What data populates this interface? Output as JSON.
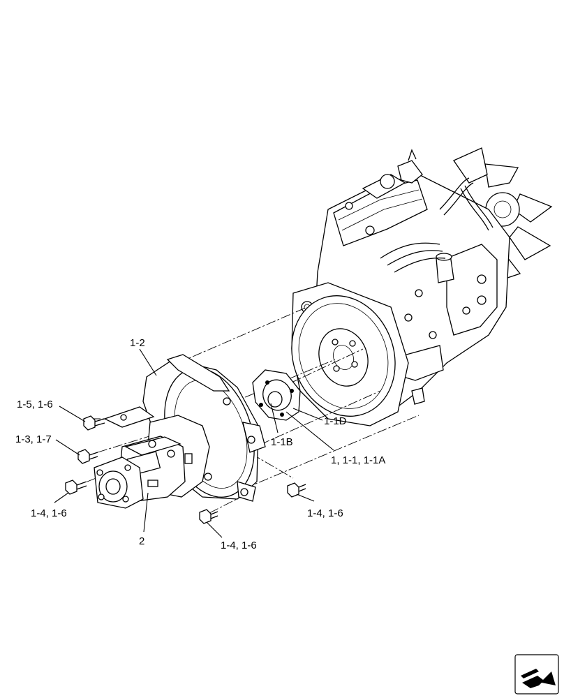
{
  "callouts": {
    "c1_2": "1-2",
    "c1_5_1_6": "1-5, 1-6",
    "c1_3_1_7": "1-3, 1-7",
    "c1_4_1_6_left": "1-4, 1-6",
    "c2": "2",
    "c1_4_1_6_bottom": "1-4, 1-6",
    "c1_4_1_6_right": "1-4, 1-6",
    "c1_1B": "1-1B",
    "c1_1D": "1-1D",
    "c1_1_1_1_1A": "1, 1-1, 1-1A"
  },
  "icons": {
    "orientation": "navigation-arrow-icon"
  }
}
